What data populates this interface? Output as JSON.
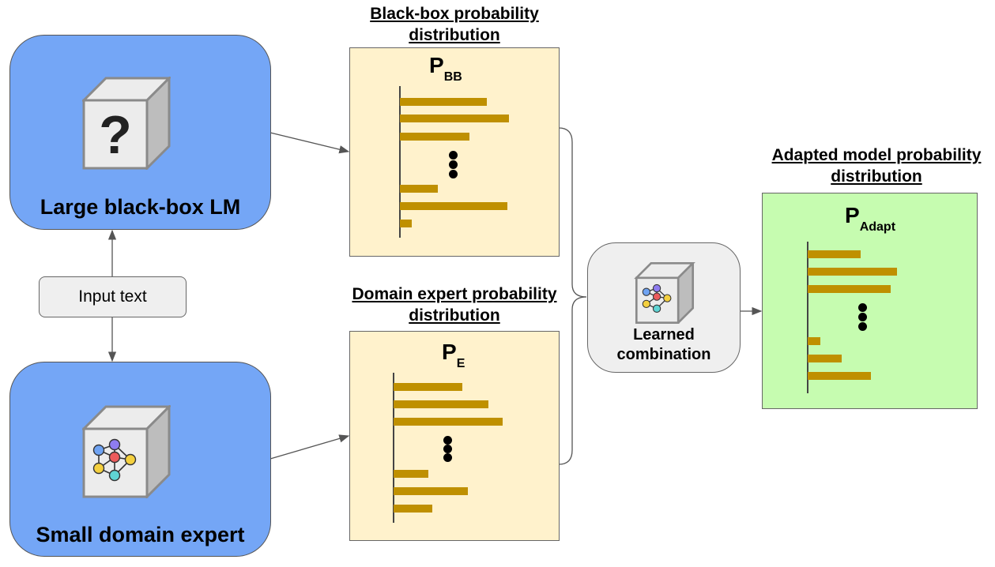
{
  "models": {
    "black_box": {
      "label": "Large black-box LM",
      "icon": "question-mark-cube-icon",
      "glyph": "?"
    },
    "expert": {
      "label": "Small domain expert",
      "icon": "neural-network-cube-icon"
    }
  },
  "input": {
    "label": "Input text"
  },
  "distributions": {
    "bb": {
      "title": "Black-box probability distribution",
      "symbol": "P",
      "subscript": "BB",
      "bars_top": [
        0.76,
        0.95,
        0.61
      ],
      "bars_bottom": [
        0.33,
        0.94,
        0.1
      ]
    },
    "expert": {
      "title": "Domain expert probability distribution",
      "symbol": "P",
      "subscript": "E",
      "bars_top": [
        0.6,
        0.83,
        0.95
      ],
      "bars_bottom": [
        0.3,
        0.65,
        0.34
      ]
    },
    "adapted": {
      "title": "Adapted model probability distribution",
      "symbol": "P",
      "subscript": "Adapt",
      "bars_top": [
        0.59,
        0.99,
        0.92
      ],
      "bars_bottom": [
        0.14,
        0.38,
        0.7
      ]
    }
  },
  "combination": {
    "label": "Learned combination",
    "icon": "neural-network-cube-icon"
  },
  "colors": {
    "model_fill": "#74a6f6",
    "distribution_fill": "#fff2cc",
    "adapted_fill": "#c6fcb0",
    "bar": "#bf9000",
    "box_fill": "#efefef"
  }
}
